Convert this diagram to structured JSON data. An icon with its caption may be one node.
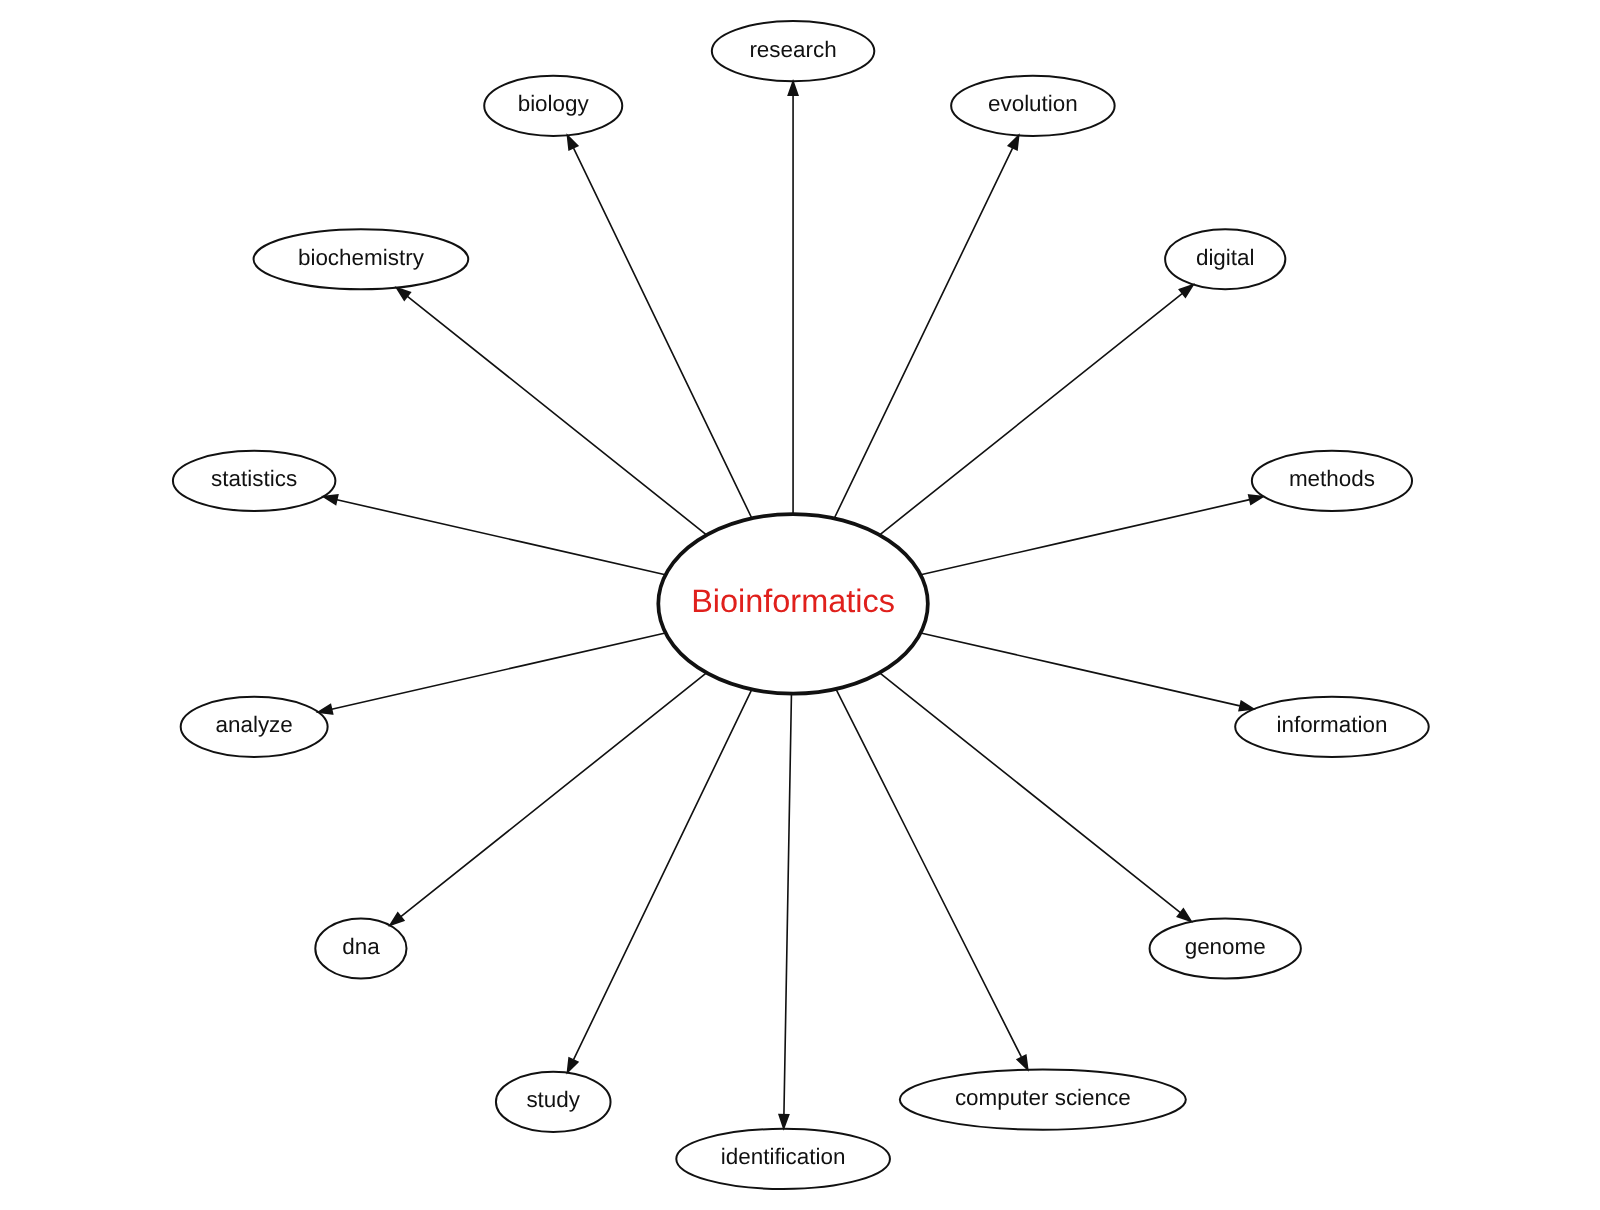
{
  "diagram": {
    "nodes": [
      {
        "text": [
          "Bioinformatics"
        ]
      },
      {
        "text": [
          "methods"
        ]
      },
      {
        "text": [
          "digital"
        ]
      },
      {
        "text": [
          "evolution"
        ]
      },
      {
        "text": [
          "research"
        ]
      },
      {
        "text": [
          "biology"
        ]
      },
      {
        "text": [
          "biochemistry"
        ]
      },
      {
        "text": [
          "statistics"
        ]
      },
      {
        "text": [
          "analyze"
        ]
      },
      {
        "text": [
          "dna"
        ]
      },
      {
        "text": [
          "study"
        ]
      },
      {
        "text": [
          "identification"
        ]
      },
      {
        "text": [
          "computer science"
        ]
      },
      {
        "text": [
          "genome"
        ]
      },
      {
        "text": [
          "information"
        ]
      }
    ],
    "edges": [
      {
        "from": 0,
        "to": 1,
        "arrow": "to"
      },
      {
        "from": 0,
        "to": 2,
        "arrow": "to"
      },
      {
        "from": 0,
        "to": 3,
        "arrow": "to"
      },
      {
        "from": 0,
        "to": 4,
        "arrow": "to"
      },
      {
        "from": 0,
        "to": 5,
        "arrow": "to"
      },
      {
        "from": 0,
        "to": 6,
        "arrow": "to"
      },
      {
        "from": 0,
        "to": 7,
        "arrow": "to"
      },
      {
        "from": 0,
        "to": 8,
        "arrow": "to"
      },
      {
        "from": 0,
        "to": 9,
        "arrow": "to"
      },
      {
        "from": 0,
        "to": 10,
        "arrow": "to"
      },
      {
        "from": 0,
        "to": 11,
        "arrow": "to"
      },
      {
        "from": 0,
        "to": 12,
        "arrow": "to"
      },
      {
        "from": 0,
        "to": 13,
        "arrow": "to"
      },
      {
        "from": 0,
        "to": 14,
        "arrow": "to"
      }
    ]
  }
}
